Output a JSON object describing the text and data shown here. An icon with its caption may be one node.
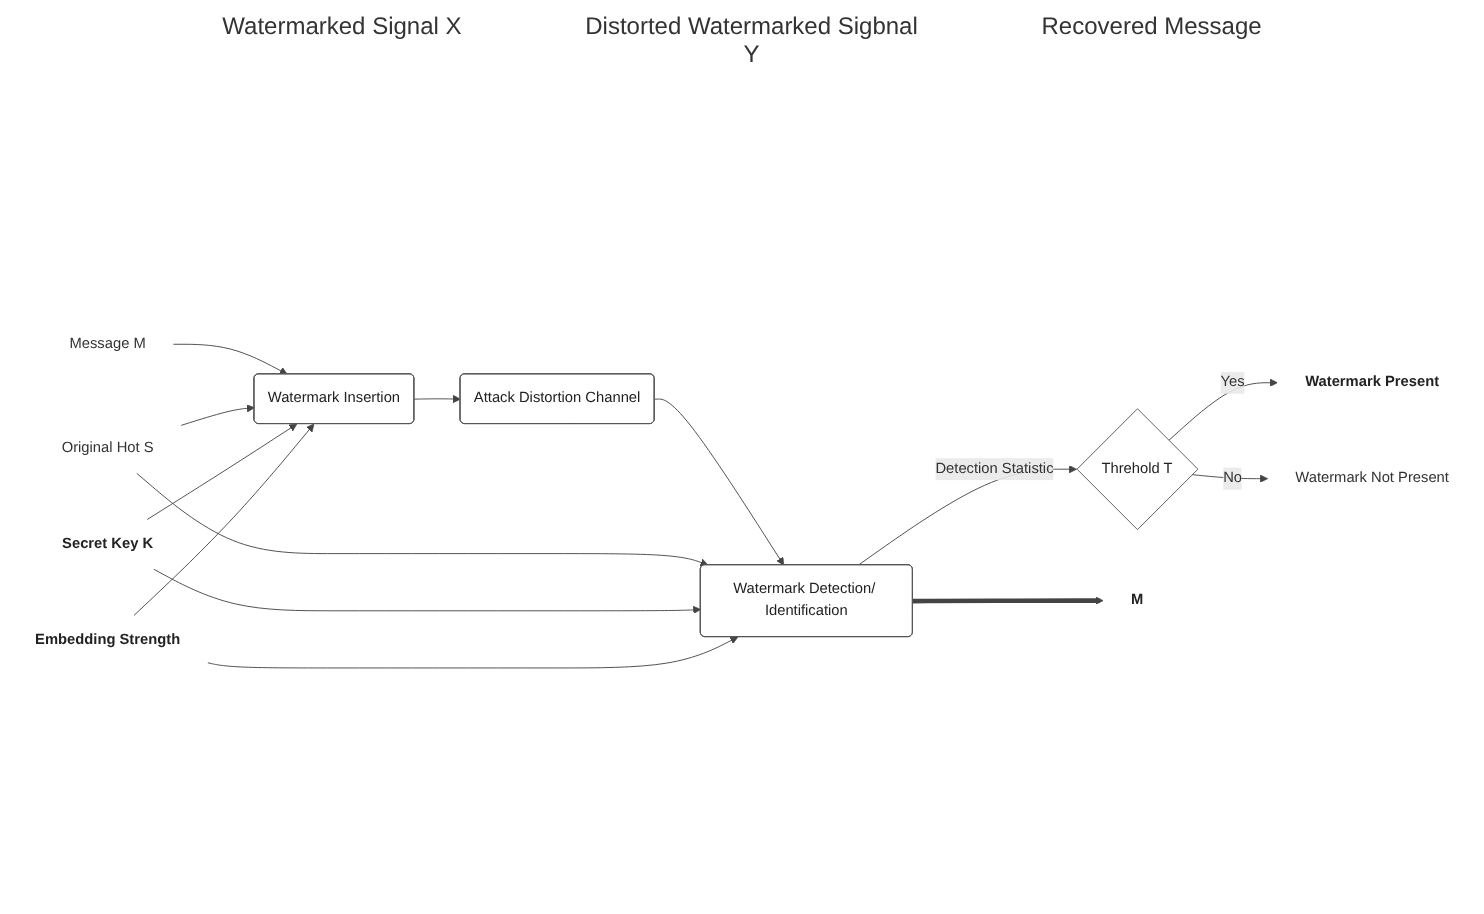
{
  "diagram": {
    "nodes": [
      {
        "text": [
          "Message M"
        ]
      },
      {
        "text": [
          "Watermark Insertion"
        ]
      },
      {
        "text": [
          "Attack Distortion Channel"
        ]
      },
      {
        "text": [
          "Watermark Detection/ Identification"
        ]
      },
      {
        "text": [
          "Threhold T"
        ]
      },
      {
        "text": [
          "M"
        ]
      },
      {
        "text": [
          "Watermark Present"
        ]
      },
      {
        "text": [
          "Watermark Not Present"
        ]
      },
      {
        "text": [
          "Original Hot S"
        ]
      },
      {
        "text": [
          "Secret Key K"
        ]
      },
      {
        "text": [
          "Embedding Strength"
        ]
      }
    ],
    "edges": [
      {
        "from": 0,
        "to": 1,
        "arrow": "to"
      },
      {
        "from": 1,
        "to": 2,
        "arrow": "to"
      },
      {
        "from": 2,
        "to": 3,
        "arrow": "to"
      },
      {
        "from": 3,
        "to": 5,
        "arrow": "to",
        "style": "thick"
      },
      {
        "from": 3,
        "to": 4,
        "arrow": "to",
        "label": "Detection Statistic"
      },
      {
        "from": 4,
        "to": 6,
        "arrow": "to",
        "label": "Yes"
      },
      {
        "from": 4,
        "to": 7,
        "arrow": "to",
        "label": "No"
      },
      {
        "from": 8,
        "to": 1,
        "arrow": "to"
      },
      {
        "from": 9,
        "to": 1,
        "arrow": "to"
      },
      {
        "from": 10,
        "to": 1,
        "arrow": "to"
      },
      {
        "from": 8,
        "to": 3,
        "arrow": "to"
      },
      {
        "from": 9,
        "to": 3,
        "arrow": "to"
      },
      {
        "from": 10,
        "to": 3,
        "arrow": "to"
      }
    ],
    "labels": [
      "Watermarked Signal X",
      "Distorted Watermarked Sigbnal Y",
      "Recovered Message"
    ]
  }
}
